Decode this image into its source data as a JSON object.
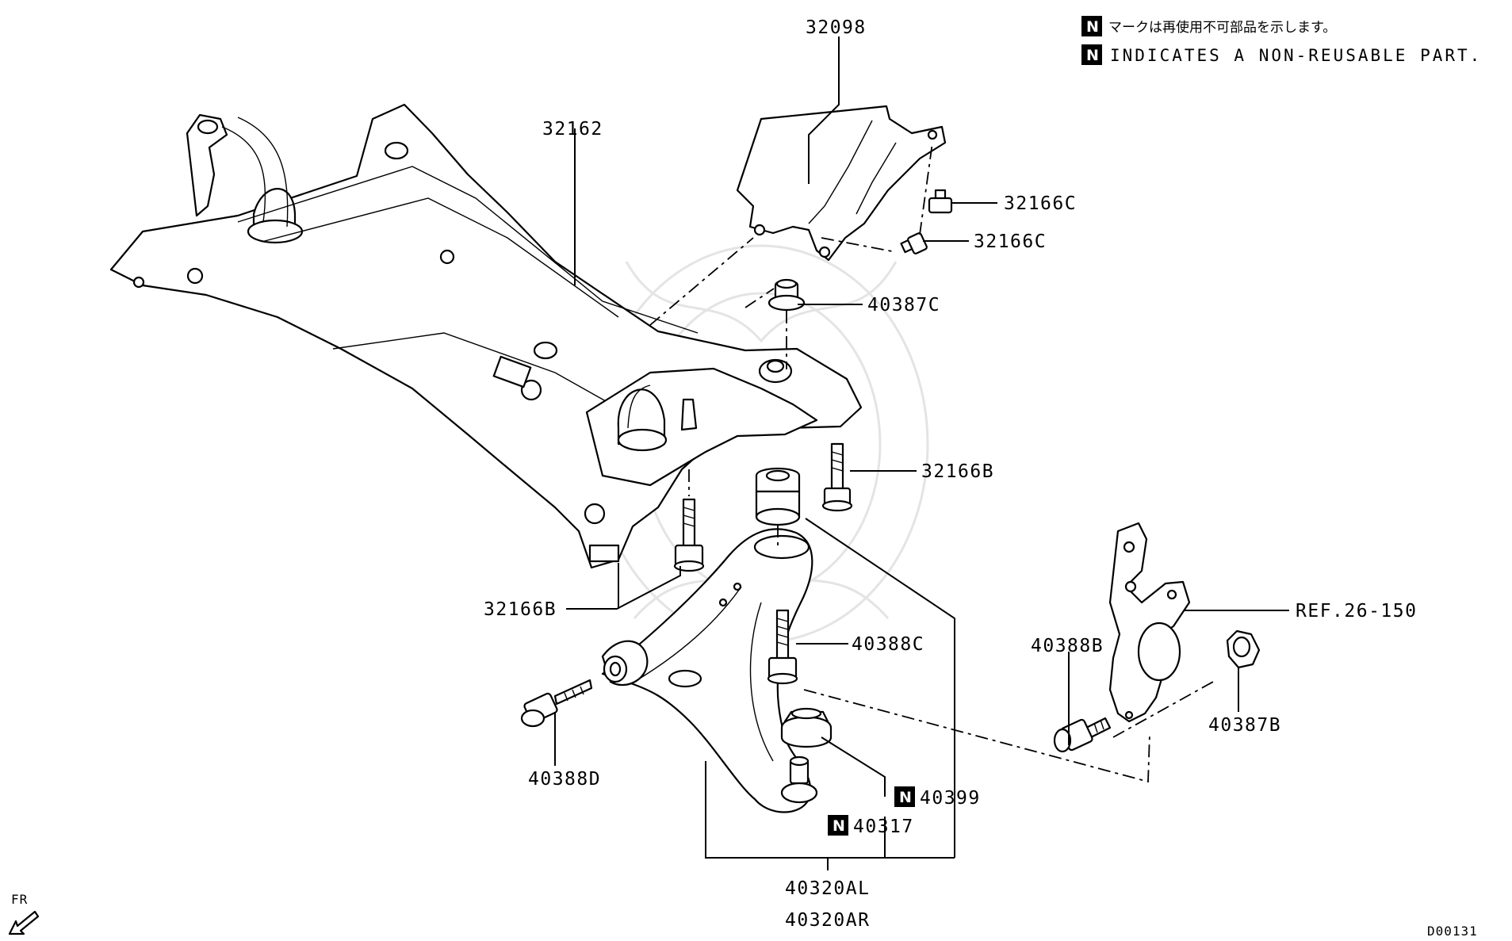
{
  "notice": {
    "badge": "N",
    "jp_text": "マークは再使用不可部品を示します。",
    "en_text": "INDICATES A NON-REUSABLE PART."
  },
  "labels": {
    "p32098": "32098",
    "p32162": "32162",
    "p32166C_a": "32166C",
    "p32166C_b": "32166C",
    "p40387C": "40387C",
    "p32166B_a": "32166B",
    "p32166B_b": "32166B",
    "p40388C": "40388C",
    "p40388D": "40388D",
    "p40388B": "40388B",
    "p40387B": "40387B",
    "ref": "REF.26-150",
    "p40399": "40399",
    "p40317": "40317",
    "p40320AL": "40320AL",
    "p40320AR": "40320AR"
  },
  "badges": {
    "b40399": "N",
    "b40317": "N"
  },
  "footer": {
    "direction": "FR",
    "diagram_code": "D00131"
  }
}
